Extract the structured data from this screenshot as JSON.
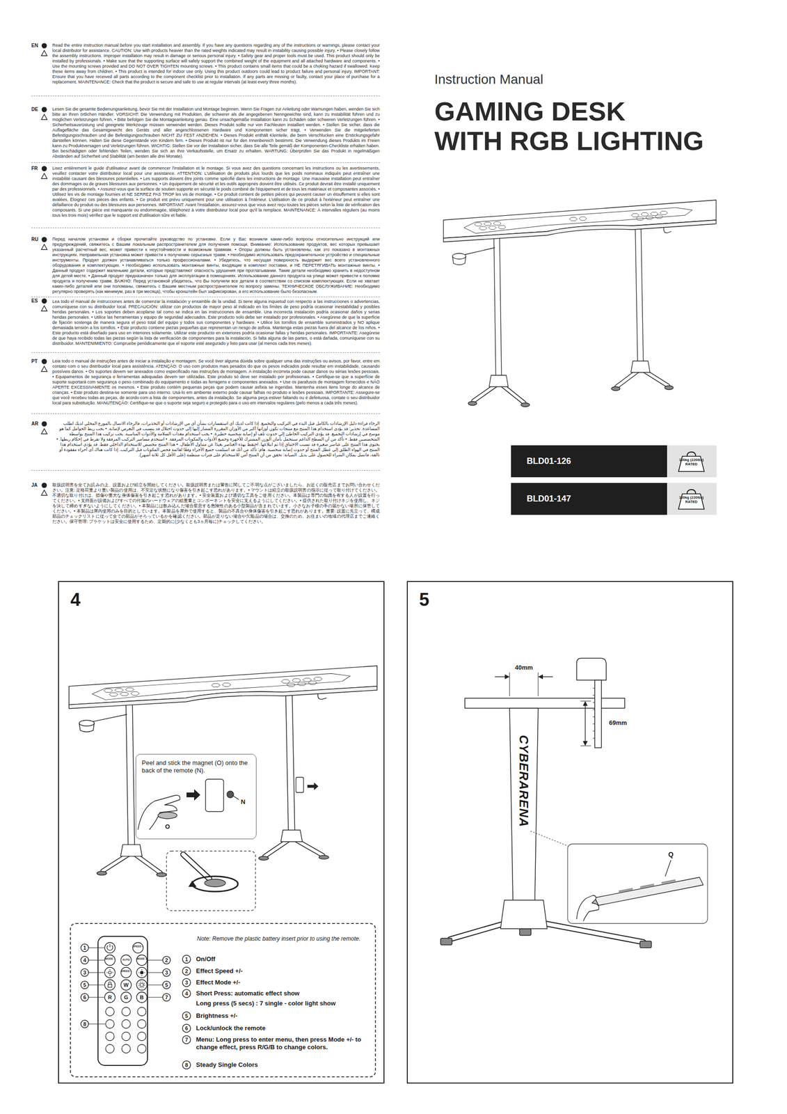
{
  "diagram": {
    "title": "GAMING DESK WITH RGB LIGHTING",
    "nodes": [
      {
        "text": [
          "BLD01-126"
        ]
      },
      {
        "text": [
          "100kg (220lbs) RATED"
        ],
        "in": 0
      },
      {
        "text": [
          "BLD01-147"
        ]
      },
      {
        "text": [
          "100kg (220lbs) RATED"
        ],
        "in": 2
      },
      {
        "text": [
          "4"
        ]
      },
      {
        "text": [
          "Peel and stick the magnet (O) onto the back of the remote (N)."
        ],
        "in": 4
      },
      {
        "text": [
          "Note: Remove the plastic battery insert prior to using the remote."
        ],
        "in": 4
      },
      {
        "text": [
          "5"
        ]
      }
    ],
    "labels": [
      "Instruction Manual",
      "EN",
      "Read the entire instruction manual before you start installation and assembly. If you have any questions regarding any of the instructions or warnings, please contact your local distributor for assistance. CAUTION: Use with products heavier than the rated weights indicated may result in instability causing possible injury. • Please closely follow the assembly instructions. Improper installation may result in damage or serious personal injury. • Safety gear and proper tools must be used. This product should only be installed by professionals. • Make sure that the supporting surface will safely support the combined weight of the equipment and all attached hardware and components. • Use the mounting screws provided and DO NOT OVER TIGHTEN mounting screws. • This product contains small items that could be a choking hazard if swallowed. Keep these items away from children. • This product is intended for indoor use only. Using this product outdoors could lead to product failure and personal injury. IMPORTANT: Ensure that you have received all parts according to the component checklist prior to installation. If any parts are missing or faulty, contact your place of purchase for a replacement. MAINTENANCE: Check that the product is secure and safe to use at regular intervals (at least every three months).",
      "DE",
      "Lesen Sie die gesamte Bedienungsanleitung, bevor Sie mit der Installation und Montage beginnen. Wenn Sie Fragen zur Anleitung oder Warnungen haben, wenden Sie sich bitte an Ihren örtlichen Händler. VORSICHT: Die Verwendung mit Produkten, die schwerer als die angegebenen Nenngewichte sind, kann zu Instabilität führen und zu möglichen Verletzungen führen. • Bitte befolgen Sie die Montageanleitung genau. Eine unsachgemäße Installation kann zu Schäden oder schweren Verletzungen führen. • Sicherheitsausrüstung und geeignete Werkzeuge müssen verwendet werden. Dieses Produkt sollte nur von Fachleuten installiert werden. • Stellen Sie sicher, dass die Auflagefläche das Gesamtgewicht des Geräts und aller angeschlossenen Hardware und Komponenten sicher trägt. • Verwenden Sie die mitgelieferten Befestigungsschrauben und die Befestigungsschrauben NICHT ZU FEST ANZIEHEN. • Dieses Produkt enthält Kleinteile, die beim Verschlucken eine Erstickungsgefahr darstellen können. Halten Sie diese Gegenstände von Kindern fern. • Dieses Produkt ist nur für den Innenbereich bestimmt. Die Verwendung dieses Produkts im Freien kann zu Produktversagen und Verletzungen führen. WICHTIG: Stellen Sie vor der Installation sicher, dass Sie alle Teile gemäß der Komponenten-Checkliste erhalten haben. Bei beschädigten oder fehlenden Teilen, wenden Sie sich an Ihre Verkaufsstelle, um Ersatz zu erhalten. WARTUNG: Überprüfen Sie das Produkt in regelmäßigen Abständen auf Sicherheit und Stabilität (am besten alle drei Monate).",
      "FR",
      "Lisez entièrement le guide d'utilisateur avant de commencer l'installation et le montage. Si vous avez des questions concernant les instructions ou les avertissements, veuillez contacter votre distributeur local pour une assistance. ATTENTION: L'utilisation de produits plus lourds que les poids nominaux indiqués peut entraîner une instabilité causant des blessures potentielles. • Les supports doivent être joints comme spécifié dans les instructions de montage. Une mauvaise installation peut entraîner des dommages ou de graves blessures aux personnes. • Un équipement de sécurité et les outils appropriés doivent être utilisés. Ce produit devrait être installé uniquement par des professionnels. • Assurez-vous que la surface de soutien supporte en sécurité le poids combiné de l'équipement et de tous les matériaux et composantes associés. • Utilisez les vis de montage fournies et NE SERREZ PAS TROP les vis de montage. • Ce produit contient de petites pièces qui peuvent causer un étouffement si elles sont avalées. Éloignez ces pièces des enfants. • Ce produit est prévu uniquement pour une utilisation à l'intérieur. L'utilisation de ce produit à l'extérieur peut entraîner une défaillance du produit ou des blessures aux personnes. IMPORTANT: Avant l'installation, assurez-vous que vous avez reçu toutes les pièces selon la liste de vérification des composants. Si une pièce est manquante ou endommagée, téléphonez à votre distributeur local pour qu'il la remplace. MAINTENANCE: À intervalles réguliers (au moins tous les trois mois) vérifiez que le support est d'utilisation sûre et fiable.",
      "RU",
      "Перед началом установки и сборки прочитайте руководство по установке. Если у Вас возникли какие-либо вопросы относительно инструкций или предупреждений, свяжитесь с Вашим локальным распространителем для получения помощи. Внимание: Использование продуктов, вес которых превышает указанный расчетный вес, может привести к неустойчивости и возможным травмам. • Опоры должны быть установлены, как это показано в монтажных инструкциях. Неправильная установка может привести к получению серьезных травм. • Необходимо использовать предохранительное устройство и специальные инструменты. Продукт должен устанавливаться только профессионалами. • Убедитесь, что несущая поверхность выдержит вес всего установленного оборудования и комплектующих. • Необходимо использовать монтажные винты, входящие в комплект поставки, и НЕ ПЕРЕТЯГИВАТЬ монтажные винты. • Данный продукт содержит маленькие детали, которые представляют опасность удушения при проглатывании. Такие детали необходимо хранить в недоступном для детей месте. • Данный продукт предназначен только для эксплуатации в помещениях. Использование данного продукта на улице может привести к поломке продукта и получению травм. ВАЖНО: Перед установкой убедитесь, что Вы получили все детали в соответствии со списком комплектующих. Если не хватает каких-либо деталей или они поломаны, свяжитесь с Вашим местным распространителем по вопросу замены. ТЕХНИЧЕСКОЕ ОБСЛУЖИВАНИЕ: Необходимо регулярно проверять (как минимум, раз в три месяца), чтобы кронштейн был зафиксирован, а его использование было безопасным.",
      "ES",
      "Lea todo el manual de instrucciones antes de comenzar la instalación y ensamble de la unidad. Si tiene alguna inquietud con respecto a las instrucciones o advertencias, comuníquese con su distribuidor local. PRECAUCIÓN: utilizar con productos de mayor peso al indicado en los límites de peso podría ocasionar inestabilidad y posibles heridas personales. • Los soportes deben acoplarse tal como se indica en las instrucciones de ensamble. Una incorrecta instalación podría ocasionar daños y serias heridas personales. • Utilice las herramientas y equipo de seguridad adecuados. Este producto solo debe ser instalado por profesionales. • Asegúrese de que la superficie de fijación sostenga de manera segura el peso total del equipo y todos sus componentes y hardware. • Utilice los tornillos de ensamble suministrados y NO aplique demasiada tensión a los tornillos. • Este producto contiene piezas pequeñas que representan un riesgo de asfixia. Mantenga estas piezas fuera del alcance de los niños. • Este producto está diseñado para uso en interiores solamente. Utilizar este producto en exteriores podría ocasionar fallas y heridas personales. IMPORTANTE: Asegúrese de que haya recibido todas las piezas según la lista de verificación de componentes para la instalación. Si falta alguna de las partes, o está dañada, comuníquese con su distribuidor. MANTENIMIENTO: Compruebe periódicamente que el soporte esté asegurado y listo para usar (al menos cada tres meses).",
      "PT",
      "Leia todo o manual de instruções antes de iniciar a instalação e montagem. Se você tiver alguma dúvida sobre qualquer uma das instruções ou avisos, por favor, entre em contato com o seu distribuidor local para assistência. ATENÇÃO: O uso com produtos mais pesados do que os pesos indicados pode resultar em instabilidade, causando possíveis danos. • Os suportes devem ser anexados como especificado nas instruções de montagem. A instalação incorreta pode causar danos ou sérias lesões pessoais. • Equipamentos de segurança e ferramentas adequadas devem ser utilizadas. Este produto só deve ser instalado por profissionais. • Certifique-se que a superfície de suporte suportará com segurança o peso combinado do equipamento e todas as ferragens e componentes anexados. • Use os parafusos de montagem fornecidos e NÃO APERTE EXCESSIVAMENTE os mesmos. • Este produto contém pequenas peças que podem causar asfixia se ingeridas. Mantenha esses itens longe do alcance de crianças. • Este produto destina-se somente para uso interno. Usá-lo em ambiente externo pode causar falhas no produto e lesões pessoais. IMPORTANTE: Assegure-se que você recebeu todas as peças, de acordo com a lista de componentes, antes da instalação. Se alguma peça estiver faltando ou é defeituosa, contate o seu distribuidor local para substituição. MANUTENÇÃO: Certifique-se que o suporte seja seguro e protegido para o uso em intervalos regulares (pelo menos a cada três meses).",
      "AR",
      "الرجاء قراءة دليل الإرشادات بالكامل قبل البدء في التركيب والتجميع. إذا كانت لديك أي استفسارات بشأن أي من الإرشادات أو التحذيرات، فالرجاء الاتصال بالموزع المحلي لديك لطلب المساعدة. تحذير: قد يؤدي استخدام هذا المنتج مع منتجات تكون أوزانها أكبر من الأوزان المقررة المشار إليها إلى حدوث اختلال قد يتسبب في التعرض لإصابة. • يجب ربط الحوامل كما هو موضح في إرشادات التجميع. قد يؤدي التركيب الخاطئ إلى حدوث تلف أو إصابة شخصية خطيرة. • يجب استخدام معدات السلامة والأدوات المناسبة. يجب تركيب هذا المنتج بواسطة المتخصصين فقط. • تأكد من أن السطح الداعم سيتحمل بأمان الوزن المشترك للأجهزة وجميع الأدوات والمكونات المرفقة. • استخدم مسامير التركيب المرفقة ولا تفرط في إحكام ربطها. • يحتوي هذا المنتج على عناصر صغيرة قد تسبب الاختناق إذا تم ابتلاعها. احتفظ بهذه العناصر بعيدًا عن متناول الأطفال. • هذا المنتج مخصص للاستخدام الداخلي فقط. قد يؤدي استخدام هذا المنتج في الهواء الطلق إلى عطل المنتج أو حدوث إصابة شخصية. هام: تأكد من أنك قد استلمت جميع الأجزاء وفقًا لقائمة فحص المكونات قبل التركيب. إذا كانت هناك أي أجزاء مفقودة أو تالفة، فاتصل بمكان الشراء للحصول على بديل. الصيانة: تحقق من أن المنتج آمن للاستخدام على فترات منتظمة (على الأقل كل ثلاثة أشهر).",
      "JA",
      "取扱説明書を全てお読みの上、設置および組立を開始してください。取扱説明書または警告に関してご不明な点がございましたら、お近くの販売店までお問い合わせください。注意: 定格荷重より重い製品の使用は、不安定な状態になり傷害を引き起こす恐れがあります。• マウントは組立の取扱説明書の指示に従って取り付けてください。不適切な取り付けは、損傷や重大な身体傷害を引き起こす恐れがあります。• 安全装置および適切な工具をご使用ください。本製品は専門の知識を有する人が設置を行ってください。• 支持面が設備およびすべての付属のハードウェアの総重量とコンポーネントを安全に支えるようにしてください。• 提供された取り付けネジを使用し、ネジを決して締めすぎないようにしてください。• 本製品には飲み込んだ場合窒息する危険性のある小型製品が含まれています。小さなお子様の手の届かない場所に保管してください。• 本製品は屋内使用のみを目的としています。本製品を屋外で使用すると、製品の不具合や身体傷害を引き起こす恐れがあります。重要: 設置に先立って、構成部品のチェックリストに従って全ての部品がそろっているかを確認ください。部品が足りない場合や欠陥品の場合は、交換のため、お住まいの地域の代理店までご連絡ください。保守管理: ブラケットは安全に使用するため、定期的に(少なくとも3ヵ月毎に)チェックしてください。",
      "O",
      "N",
      "SPEED +",
      "MODE -",
      "AUTO",
      "MODE +",
      "SPEED -",
      "W",
      "R",
      "G",
      "B",
      "1",
      "4",
      "3",
      "5",
      "6",
      "8",
      "2",
      "3",
      "5",
      "7",
      "1",
      "On/Off",
      "2",
      "Effect Speed +/-",
      "3",
      "Effect Mode +/-",
      "4",
      "Short Press: automatic effect show",
      "Long press (5 secs) : 7 single - color light show",
      "5",
      "Brightness +/-",
      "6",
      "Lock/unlock the remote",
      "7",
      "Menu: Long press to enter menu, then press Mode +/- to change effect, press R/G/B to change colors.",
      "8",
      "Steady Single Colors",
      "40mm",
      "69mm",
      "CYBERARENA",
      "Q"
    ]
  }
}
